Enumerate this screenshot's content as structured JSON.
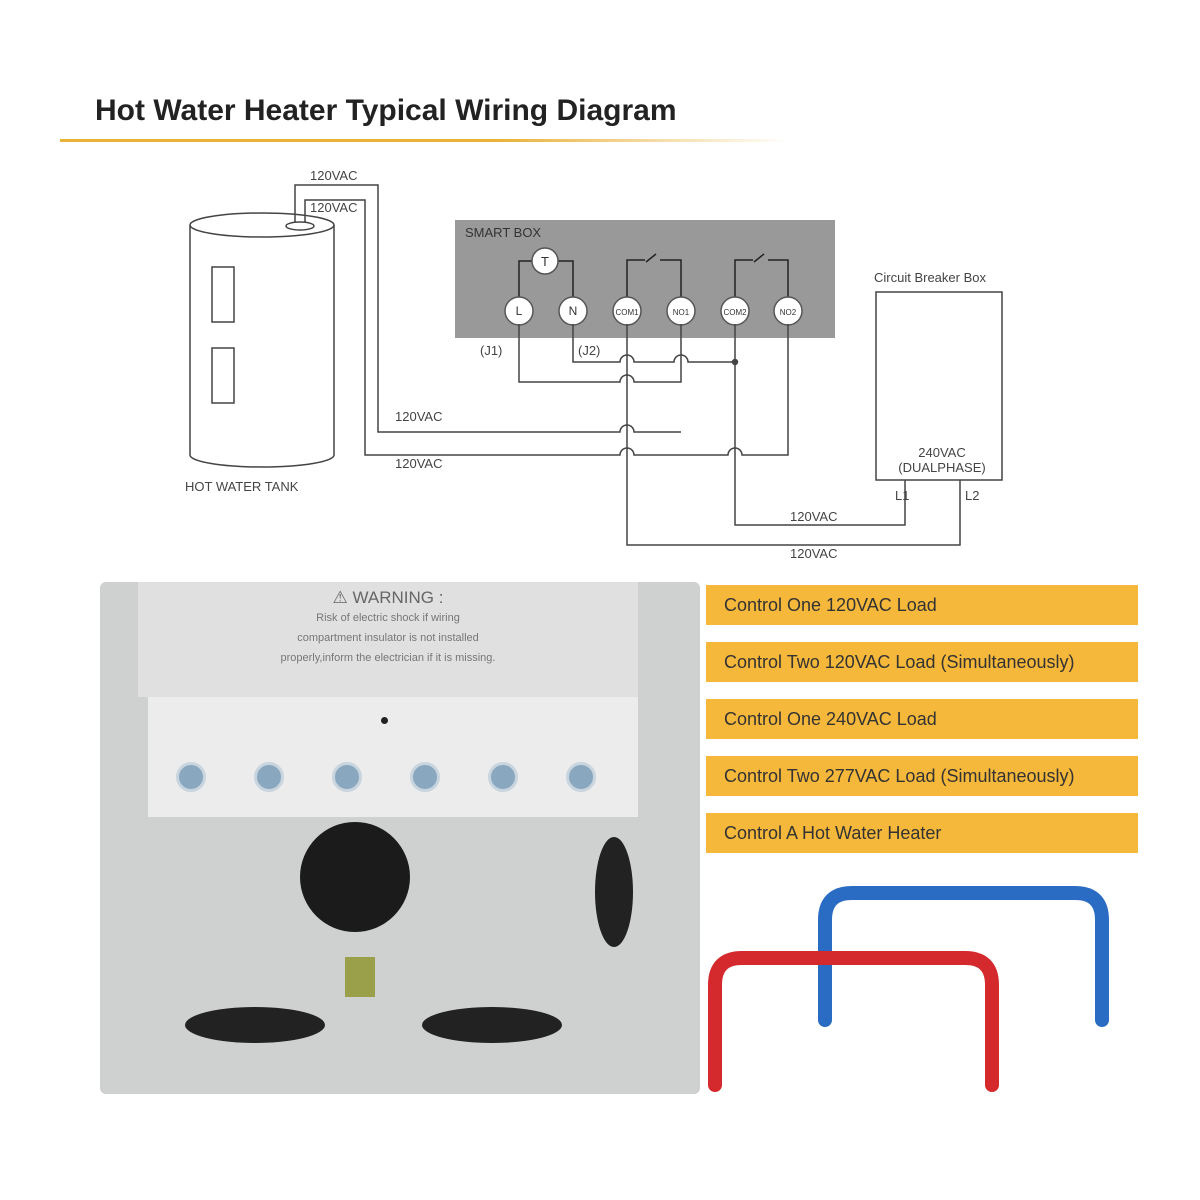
{
  "title": "Hot Water Heater Typical Wiring Diagram",
  "diagram": {
    "smart_box": "SMART BOX",
    "thermostat": "T",
    "terminals": [
      "L",
      "N",
      "COM1",
      "NO1",
      "COM2",
      "NO2"
    ],
    "j1": "(J1)",
    "j2": "(J2)",
    "tank_label": "HOT WATER TANK",
    "breaker_label": "Circuit Breaker Box",
    "breaker_voltage": "240VAC",
    "breaker_phase": "(DUALPHASE)",
    "l1": "L1",
    "l2": "L2",
    "v1": "120VAC",
    "v2": "120VAC",
    "v3": "120VAC",
    "v4": "120VAC",
    "v5": "120VAC",
    "v6": "120VAC"
  },
  "warning": {
    "heading": "WARNING :",
    "lines": [
      "Risk of electric shock if wiring",
      "compartment insulator is not installed",
      "properly,inform the electrician if it is missing."
    ]
  },
  "features": [
    "Control One 120VAC Load",
    "Control Two 120VAC Load (Simultaneously)",
    "Control One 240VAC Load",
    "Control Two 277VAC Load (Simultaneously)",
    "Control A Hot Water Heater"
  ],
  "colors": {
    "accent": "#f6b83a",
    "box": "#999999",
    "red_wire": "#d42a2e",
    "blue_wire": "#2a6cc4"
  }
}
